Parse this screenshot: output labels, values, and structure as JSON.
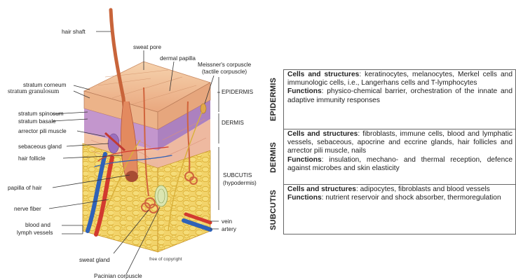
{
  "figure": {
    "labels": {
      "hair_shaft": "hair shaft",
      "sweat_pore": "sweat pore",
      "dermal_papilla": "dermal papilla",
      "meissner": "Meissner's corpuscle",
      "meissner_sub": "(tactile corpuscle)",
      "stratum_corneum": "stratum corneum",
      "stratum_granulosum": "stratum granulosum",
      "stratum_spinosum": "stratum spinosum",
      "stratum_basale": "stratum basale",
      "arrector_pili": "arrector pili muscle",
      "sebaceous_gland": "sebaceous gland",
      "hair_follicle": "hair follicle",
      "papilla_of_hair": "papilla of hair",
      "nerve_fiber": "nerve fiber",
      "blood_lymph_1": "blood and",
      "blood_lymph_2": "lymph vessels",
      "sweat_gland": "sweat gland",
      "pacinian": "Pacinian corpuscle",
      "free_copyright": "free of copyright",
      "vein": "vein",
      "artery": "artery",
      "epidermis": "EPIDERMIS",
      "dermis": "DERMIS",
      "subcutis": "SUBCUTIS",
      "hypodermis": "(hypodermis)"
    }
  },
  "table": {
    "rows": [
      {
        "layer": "EPIDERMIS",
        "cells_label": "Cells and structures",
        "cells_text": ": keratinocytes, melanocytes, Merkel cells and immunologic cells, i.e., Langerhans cells and T-lymphocytes",
        "functions_label": "Functions",
        "functions_text": ": physico-chemical barrier, orchestration of the innate and adaptive immunity responses"
      },
      {
        "layer": "DERMIS",
        "cells_label": "Cells and structures",
        "cells_text": ": fibroblasts, immune cells, blood and lymphatic vessels, sebaceous, apocrine and eccrine glands, hair follicles and arrector pili muscle, nails",
        "functions_label": "Functions",
        "functions_text": ": insulation, mechano- and thermal reception, defence against microbes and skin elasticity"
      },
      {
        "layer": "SUBCUTIS",
        "cells_label": "Cells and structures",
        "cells_text": ": adipocytes, fibroblasts and blood vessels",
        "functions_label": "Functions",
        "functions_text": ": nutrient reservoir and shock absorber, thermoregulation"
      }
    ]
  },
  "colors": {
    "epidermis": "#f3c9a0",
    "dermis": "#f0b49a",
    "fat": "#f2cf58",
    "vein": "#2f62b8",
    "artery": "#d23a2f",
    "hair": "#c8643a",
    "purple": "#8a5aa8"
  }
}
